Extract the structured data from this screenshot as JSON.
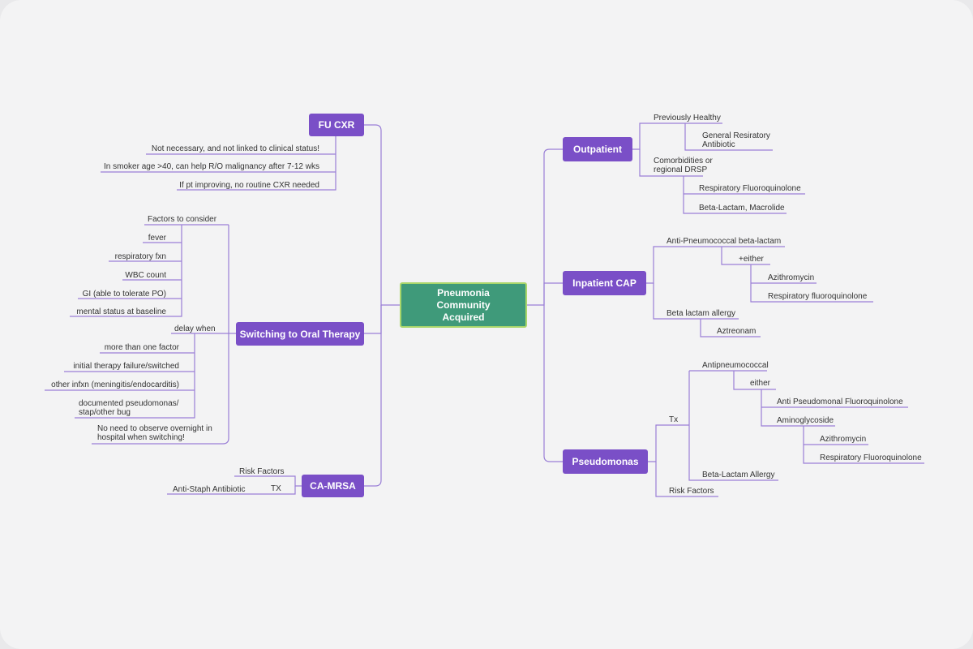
{
  "central": {
    "line1": "Pneumonia Community",
    "line2": "Acquired"
  },
  "colors": {
    "main_node": "#7a4fc7",
    "central_node": "#3f9a7a",
    "central_border": "#a9d66a",
    "line": "#9a7fd6",
    "background": "#f3f3f4"
  },
  "fu_cxr": {
    "title": "FU CXR",
    "items": [
      "Not necessary, and not linked to clinical status!",
      "In smoker age >40, can help R/O malignancy after 7-12 wks",
      "If pt improving, no routine CXR needed"
    ]
  },
  "oral": {
    "title": "Switching to Oral Therapy",
    "factors_label": "Factors to consider",
    "factors": [
      "fever",
      "respiratory fxn",
      "WBC count",
      "GI (able to tolerate PO)",
      "mental status at baseline"
    ],
    "delay_label": "delay when",
    "delay": [
      "more than one factor",
      "initial therapy failure/switched",
      "other infxn (meningitis/endocarditis)"
    ],
    "delay_last": {
      "line1": "documented pseudomonas/",
      "line2": "stap/other bug"
    },
    "note": {
      "line1": "No need to observe overnight in",
      "line2": "hospital when switching!"
    }
  },
  "camrsa": {
    "title": "CA-MRSA",
    "risk": "Risk Factors",
    "tx": "TX",
    "tx_item": "Anti-Staph Antibiotic"
  },
  "outpatient": {
    "title": "Outpatient",
    "healthy": "Previously Healthy",
    "healthy_item": {
      "line1": "General Resiratory",
      "line2": "Antibiotic"
    },
    "comorb": {
      "line1": "Comorbidities or",
      "line2": "regional DRSP"
    },
    "comorb_items": [
      "Respiratory Fluoroquinolone",
      "Beta-Lactam, Macrolide"
    ]
  },
  "inpatient": {
    "title": "Inpatient CAP",
    "anti": "Anti-Pneumococcal beta-lactam",
    "either": "+either",
    "either_items": [
      "Azithromycin",
      "Respiratory fluoroquinolone"
    ],
    "allergy": "Beta lactam allergy",
    "allergy_item": "Aztreonam"
  },
  "pseudomonas": {
    "title": "Pseudomonas",
    "tx": "Tx",
    "antipneumo": "Antipneumococcal",
    "either": "either",
    "anti_pseudo": "Anti Pseudomonal Fluoroquinolone",
    "amino": "Aminoglycoside",
    "amino_items": [
      "Azithromycin",
      "Respiratory Fluoroquinolone"
    ],
    "allergy": "Beta-Lactam Allergy",
    "risk": "Risk Factors"
  }
}
